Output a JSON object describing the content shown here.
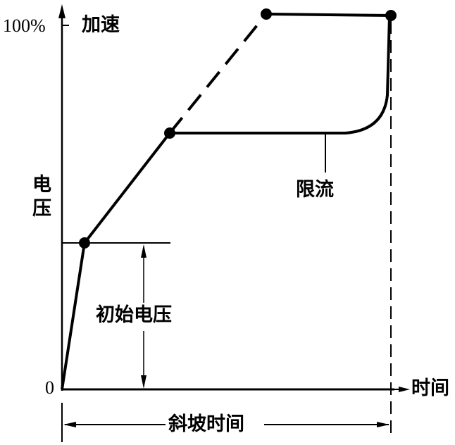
{
  "diagram": {
    "type": "soft-start voltage ramp diagram",
    "y_axis": {
      "label": "电压",
      "tick_top": "100%",
      "tick_zero": "0"
    },
    "x_axis": {
      "label": "时间"
    },
    "annotations": {
      "acceleration": "加速",
      "current_limit": "限流",
      "initial_voltage": "初始电压",
      "ramp_time": "斜坡时间"
    },
    "colors": {
      "line": "#000000",
      "background": "#ffffff"
    }
  },
  "chart_data": {
    "type": "line",
    "title": "",
    "xlabel": "时间",
    "ylabel": "电压",
    "ylim": [
      0,
      100
    ],
    "y_ticks": [
      "0",
      "100%"
    ],
    "series": [
      {
        "name": "加速 (ramp to 100%)",
        "style": "solid+dashed",
        "points": [
          [
            0,
            0
          ],
          [
            0.07,
            38
          ],
          [
            0.33,
            68
          ],
          [
            0.62,
            100
          ],
          [
            1.0,
            100
          ]
        ]
      },
      {
        "name": "限流 (current limit)",
        "style": "solid",
        "points": [
          [
            0.33,
            68
          ],
          [
            0.85,
            68
          ],
          [
            0.98,
            78
          ],
          [
            1.0,
            100
          ]
        ]
      }
    ],
    "annotations": [
      "加速",
      "限流",
      "初始电压",
      "斜坡时间"
    ]
  }
}
